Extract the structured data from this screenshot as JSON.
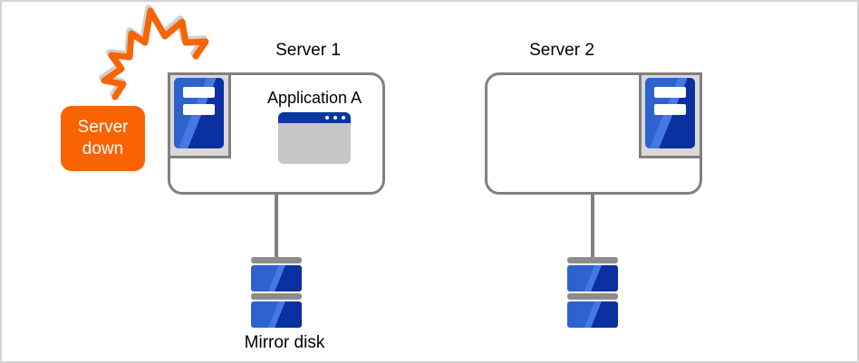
{
  "diagram": {
    "alert": {
      "line1": "Server",
      "line2": "down"
    },
    "server1": {
      "title": "Server 1",
      "app_label": "Application A"
    },
    "server2": {
      "title": "Server 2"
    },
    "disk_label": "Mirror disk"
  },
  "colors": {
    "accent_orange": "#f96302",
    "crash_shadow": "#cfcfcf",
    "line_gray": "#808080",
    "icon_bg_gray": "#d9d9d9",
    "tower_blue_light": "#2e62ce",
    "tower_blue_mid": "#4579e2",
    "tower_blue_dark": "#0b309f",
    "titlebar_blue": "#0a38a0",
    "window_body_gray": "#c6c6c6",
    "disk_cap_gray": "#8c8c8c",
    "canvas_border": "#d3d3d3",
    "text_white": "#ffffff"
  }
}
